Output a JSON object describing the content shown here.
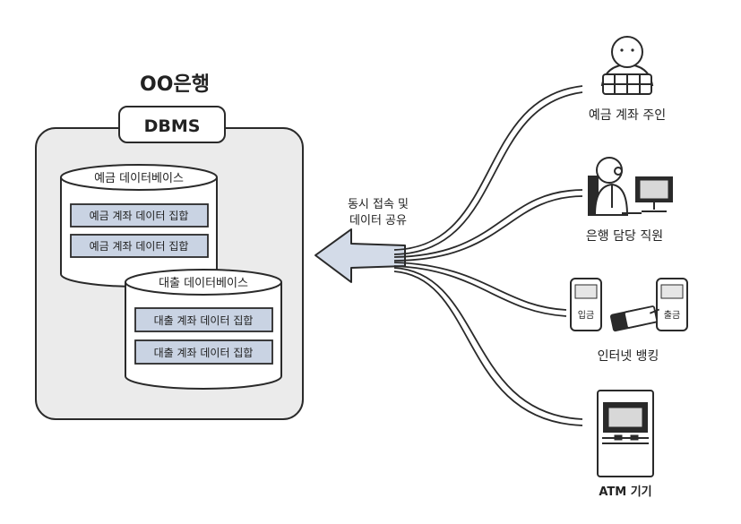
{
  "bank": {
    "title": "OO은행",
    "dbms_label": "DBMS"
  },
  "databases": {
    "deposit": {
      "name": "예금 데이터베이스",
      "sets": [
        "예금 계좌 데이터 집합",
        "예금 계좌 데이터 집합"
      ]
    },
    "loan": {
      "name": "대출 데이터베이스",
      "sets": [
        "대출 계좌 데이터 집합",
        "대출 계좌 데이터 집합"
      ]
    }
  },
  "access": {
    "line1": "동시 접속 및",
    "line2": "데이터 공유"
  },
  "clients": {
    "account_owner": "예금 계좌 주인",
    "bank_staff": "은행 담당 직원",
    "internet_banking": "인터넷 뱅킹",
    "atm": "ATM 기기"
  },
  "phone_labels": {
    "deposit": "입금",
    "withdraw": "출금"
  },
  "colors": {
    "outline": "#2a2a2a",
    "panel": "#ebebeb",
    "data_set_fill": "#c9d3e3",
    "arrow_fill": "#d3dbe8",
    "skin": "#ffffff"
  }
}
